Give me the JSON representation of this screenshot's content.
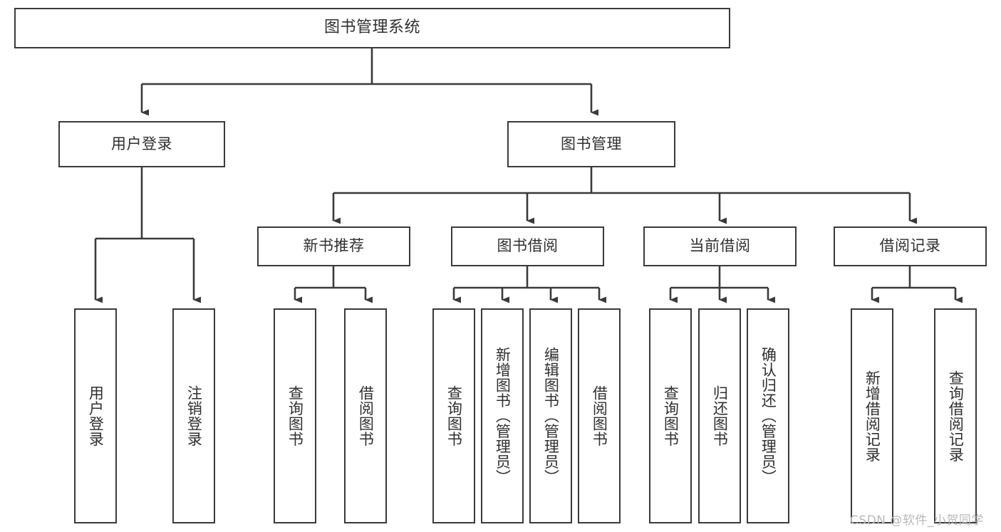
{
  "diagram": {
    "title": "图书管理系统",
    "type": "hierarchy-tree",
    "root": {
      "id": "root",
      "label": "图书管理系统"
    },
    "level1": [
      {
        "id": "user-login",
        "label": "用户登录"
      },
      {
        "id": "book-manage",
        "label": "图书管理"
      }
    ],
    "level2": [
      {
        "id": "new-book-recommend",
        "label": "新书推荐",
        "parent": "book-manage"
      },
      {
        "id": "book-borrow",
        "label": "图书借阅",
        "parent": "book-manage"
      },
      {
        "id": "current-borrow",
        "label": "当前借阅",
        "parent": "book-manage"
      },
      {
        "id": "borrow-record",
        "label": "借阅记录",
        "parent": "book-manage"
      }
    ],
    "leaves": {
      "user_login": [
        {
          "id": "leaf-user-login",
          "label": "用户登录"
        },
        {
          "id": "leaf-logout",
          "label": "注销登录"
        }
      ],
      "new_book_recommend": [
        {
          "id": "leaf-query-book-1",
          "label": "查询图书"
        },
        {
          "id": "leaf-borrow-book-1",
          "label": "借阅图书"
        }
      ],
      "book_borrow": [
        {
          "id": "leaf-query-book-2",
          "label": "查询图书"
        },
        {
          "id": "leaf-add-book",
          "label": "新增图书（管理员）"
        },
        {
          "id": "leaf-edit-book",
          "label": "编辑图书（管理员）"
        },
        {
          "id": "leaf-borrow-book-2",
          "label": "借阅图书"
        }
      ],
      "current_borrow": [
        {
          "id": "leaf-query-book-3",
          "label": "查询图书"
        },
        {
          "id": "leaf-return-book",
          "label": "归还图书"
        },
        {
          "id": "leaf-confirm-return",
          "label": "确认归还（管理员）"
        }
      ],
      "borrow_record": [
        {
          "id": "leaf-add-record",
          "label": "新增借阅记录"
        },
        {
          "id": "leaf-query-record",
          "label": "查询借阅记录"
        }
      ]
    },
    "watermark": "CSDN @软件_小贺同学",
    "colors": {
      "box_border": "#3a3a3a",
      "box_fill": "#ffffff",
      "text": "#2f2f2f",
      "connector": "#3a3a3a",
      "watermark": "#b9b9b9",
      "background": "#ffffff"
    }
  }
}
